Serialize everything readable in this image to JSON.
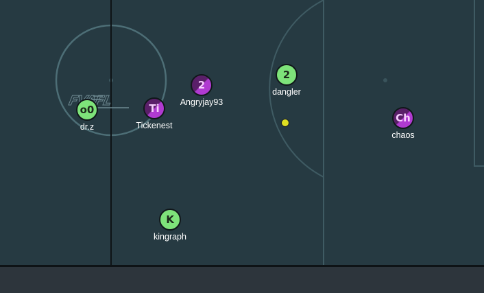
{
  "rink": {
    "logo_text": "FVAFL",
    "colors": {
      "ice": "#263a42",
      "lines": "#4a6a72",
      "boards": "#0e1316",
      "team_green": "#7ee37a",
      "team_purple": "#9b32b8",
      "puck": "#dfe022"
    }
  },
  "players": [
    {
      "id": "p-dr-z",
      "initials": "o0",
      "name": "dr.z",
      "team": "green"
    },
    {
      "id": "p-tickenest",
      "initials": "Ti",
      "name": "Tickenest",
      "team": "purple"
    },
    {
      "id": "p-angryjay93",
      "initials": "2",
      "name": "Angryjay93",
      "team": "purple"
    },
    {
      "id": "p-dangler",
      "initials": "2",
      "name": "dangler",
      "team": "green"
    },
    {
      "id": "p-chaos",
      "initials": "Ch",
      "name": "chaos",
      "team": "purple"
    },
    {
      "id": "p-kingraph",
      "initials": "K",
      "name": "kingraph",
      "team": "green"
    }
  ],
  "puck": {
    "icon": "puck-icon"
  }
}
